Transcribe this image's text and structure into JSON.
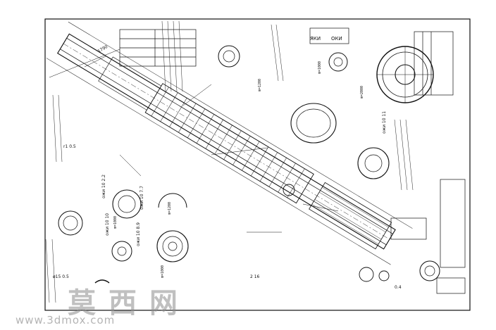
{
  "drawing": {
    "labels": {
      "sc1": "ЯКИ",
      "sc2": "ОКИ",
      "wc1": "ожи 10 7.7",
      "wc2": "ожи 10 2.2",
      "wc3": "ожи 10 10",
      "wc4": "ожи 10 8.9",
      "wc5": "ожи 10 11",
      "t1": "1790",
      "t2": "r1 0.5",
      "t3": "ø15 0.5",
      "t4": "2 16",
      "t5": "0.4",
      "t6": "m=1200",
      "t7": "m=1000",
      "t8": "m=2000",
      "t9": "m=1200",
      "t10": "m=1000",
      "t11": "m=1000"
    }
  },
  "watermark": {
    "brand_cn": "莫西网",
    "site": "www.3dmox.com"
  }
}
